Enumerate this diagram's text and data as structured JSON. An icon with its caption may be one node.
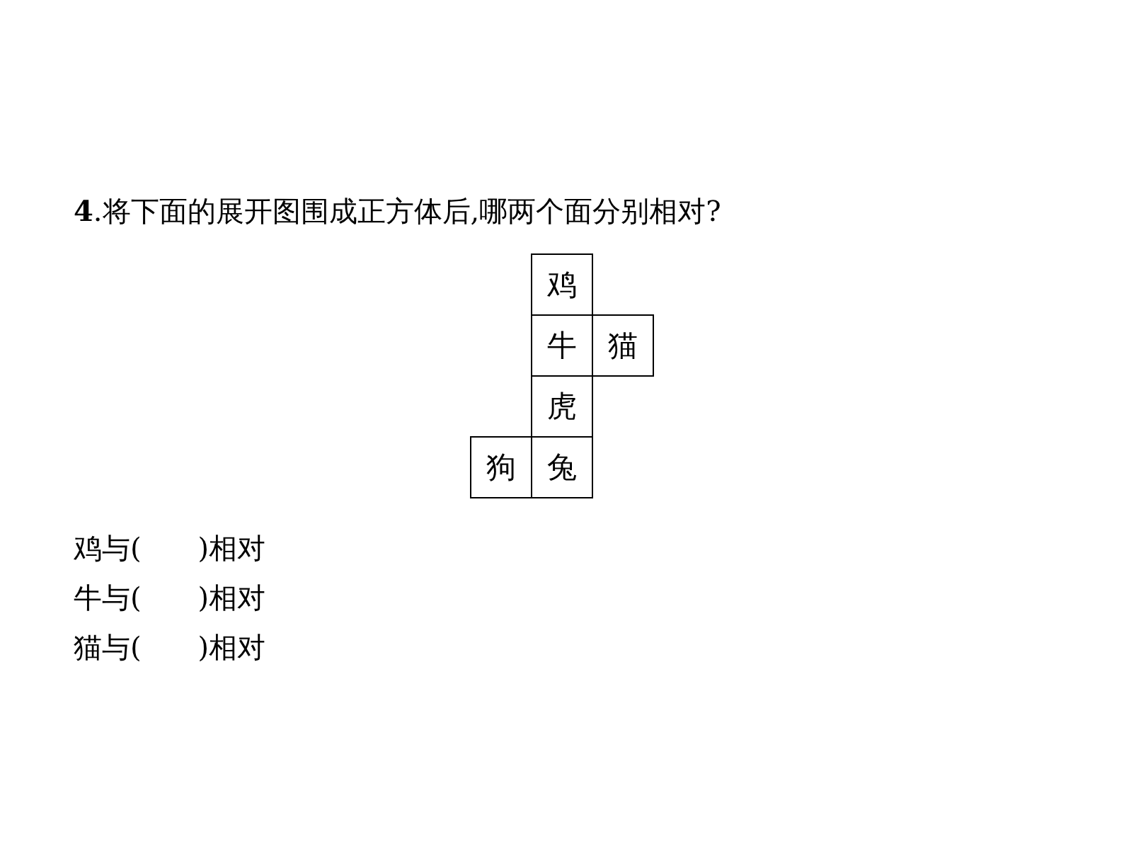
{
  "diagram": {
    "title": "**4**.将下面的展开图围成正方体后,哪两个面分别相对?",
    "nodes": [
      {
        "text": [
          "鸡"
        ]
      },
      {
        "text": [
          "牛"
        ]
      },
      {
        "text": [
          "猫"
        ]
      },
      {
        "text": [
          "虎"
        ]
      },
      {
        "text": [
          "狗"
        ]
      },
      {
        "text": [
          "兔"
        ]
      }
    ],
    "labels": [
      "鸡与(　　)相对",
      "牛与(　　)相对",
      "猫与(　　)相对"
    ]
  }
}
